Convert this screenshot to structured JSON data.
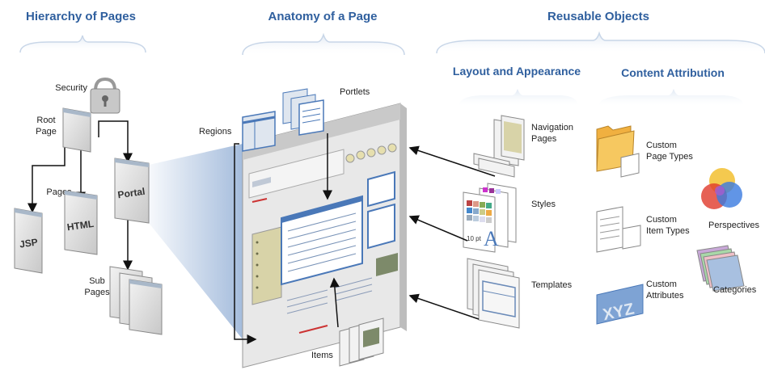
{
  "headers": {
    "hierarchy": "Hierarchy of Pages",
    "anatomy": "Anatomy of a Page",
    "reusable": "Reusable Objects",
    "layout": "Layout and Appearance",
    "content": "Content Attribution"
  },
  "hierarchy": {
    "security": "Security",
    "root_1": "Root",
    "root_2": "Page",
    "pages": "Pages",
    "jsp": "JSP",
    "html": "HTML",
    "portal": "Portal",
    "sub_1": "Sub",
    "sub_2": "Pages"
  },
  "anatomy": {
    "portlets": "Portlets",
    "regions": "Regions",
    "items": "Items"
  },
  "layout": {
    "nav_1": "Navigation",
    "nav_2": "Pages",
    "styles": "Styles",
    "templates": "Templates",
    "font_sample": "10 pt",
    "letter_sample": "A"
  },
  "content": {
    "cpt_1": "Custom",
    "cpt_2": "Page Types",
    "cit_1": "Custom",
    "cit_2": "Item Types",
    "ca_1": "Custom",
    "ca_2": "Attributes",
    "xyz": "XYZ",
    "perspectives": "Perspectives",
    "categories": "Categories"
  },
  "colors": {
    "heading": "#2f5f9e",
    "accent_blue": "#4a78b8",
    "page_gray": "#d8d8d8",
    "frame_gray": "#b0b0b0",
    "region_tan": "#d8d3a8",
    "folder_orange": "#f0b040"
  }
}
